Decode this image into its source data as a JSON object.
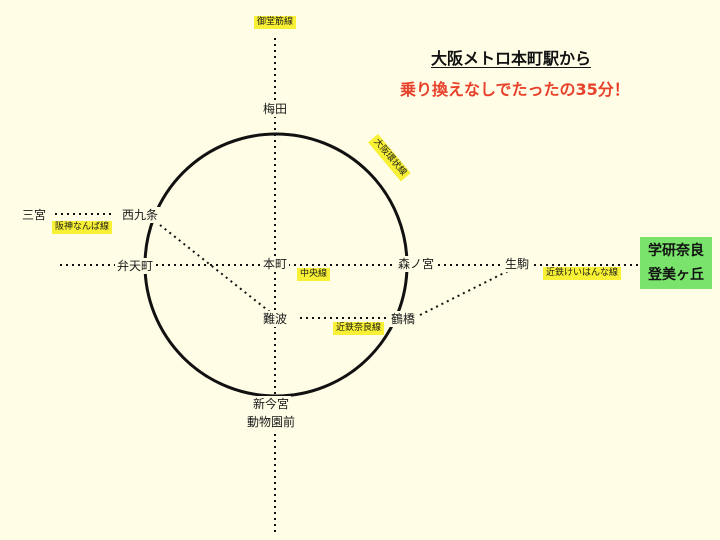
{
  "headline": {
    "line1": "大阪メトロ本町駅から",
    "line2": "乗り換えなしでたったの35分！",
    "line1_color": "#111111",
    "line2_color": "#e8412b"
  },
  "lines": {
    "midosuji": "御堂筋線",
    "loop": "大阪環状線",
    "hanshin_namba": "阪神なんば線",
    "chuo": "中央線",
    "kintetsu_nara": "近鉄奈良線",
    "keihanna": "近鉄けいはんな線"
  },
  "stations": {
    "umeda": "梅田",
    "nishikujo": "西九条",
    "sannomiya": "三宮",
    "bentencho": "弁天町",
    "honmachi": "本町",
    "morinomiya": "森ノ宮",
    "ikoma": "生駒",
    "namba": "難波",
    "tsuruhashi": "鶴橋",
    "shin_imamiya": "新今宮",
    "dobutsuen_mae": "動物園前"
  },
  "destination": {
    "line1": "学研奈良",
    "line2": "登美ヶ丘",
    "color": "#79e36b"
  },
  "colors": {
    "background": "#fffde6",
    "line_tag": "#f7f035",
    "track": "#111111"
  }
}
